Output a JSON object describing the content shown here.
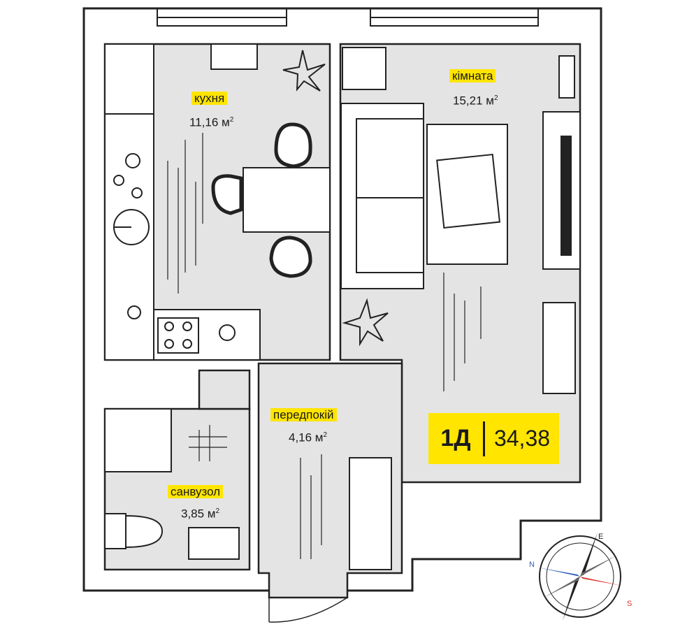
{
  "apartment": {
    "code": "1Д",
    "total_area": "34,38"
  },
  "rooms": [
    {
      "name": "кухня",
      "area": "11,16 м",
      "unit_sup": "2"
    },
    {
      "name": "кімната",
      "area": "15,21 м",
      "unit_sup": "2"
    },
    {
      "name": "передпокій",
      "area": "4,16 м",
      "unit_sup": "2"
    },
    {
      "name": "санвузол",
      "area": "3,85 м",
      "unit_sup": "2"
    }
  ],
  "compass": {
    "north": "N",
    "east": "E",
    "south": "S"
  },
  "colors": {
    "floor": "#e4e4e4",
    "wall": "#222222",
    "highlight": "#ffe500",
    "compass_red": "#d9322b",
    "compass_blue": "#2f5fb5"
  }
}
